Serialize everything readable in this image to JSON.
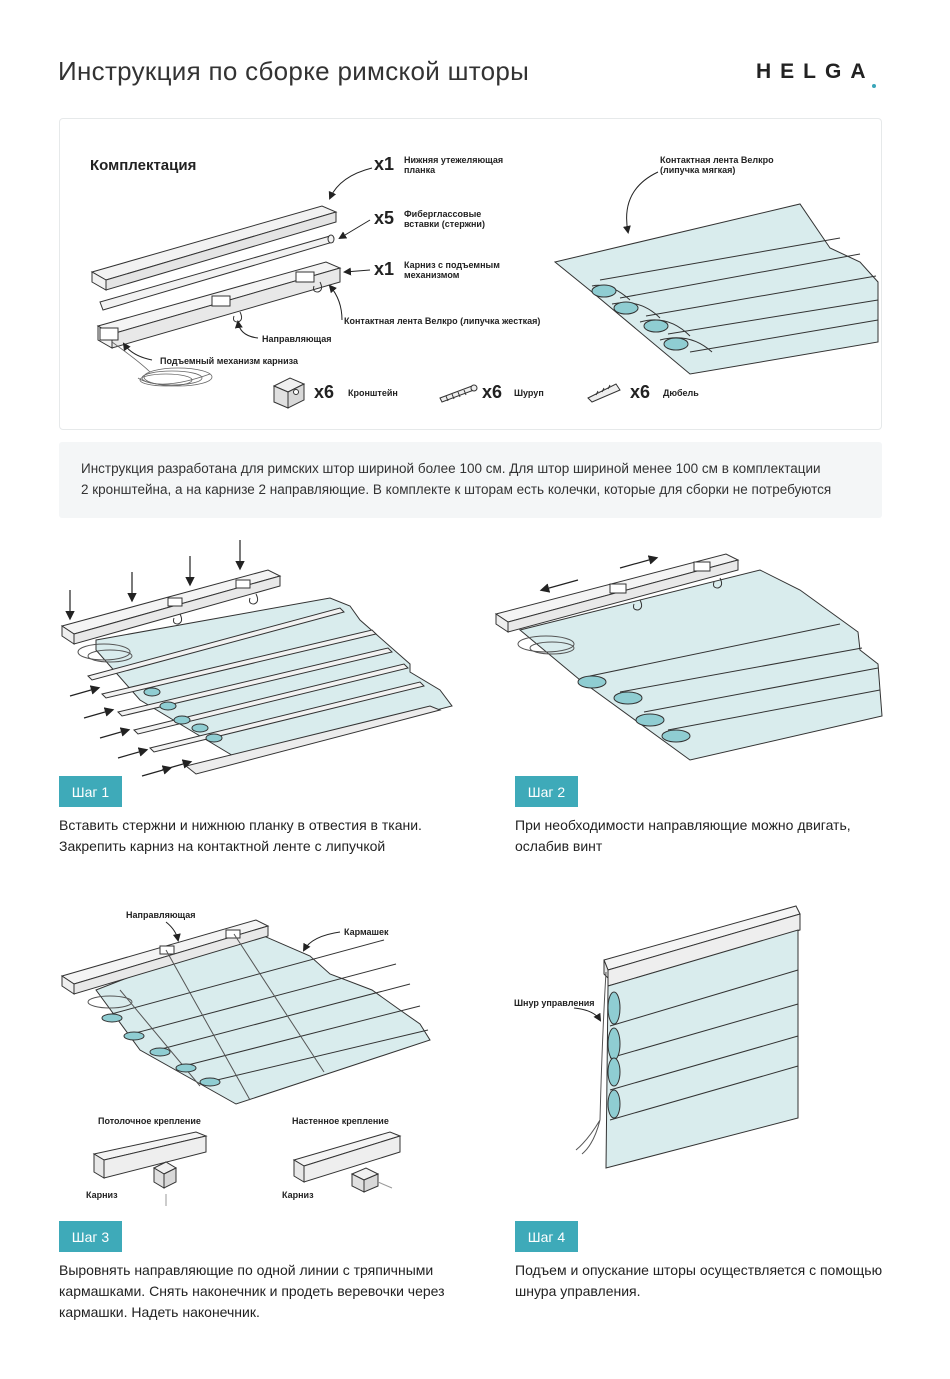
{
  "header": {
    "title": "Инструкция по сборке римской шторы",
    "logo": "HELGA"
  },
  "kit": {
    "title": "Комплектация",
    "items": {
      "bottom_bar": {
        "qty": "x1",
        "label_line1": "Нижняя утежеляющая",
        "label_line2": "планка"
      },
      "rods": {
        "qty": "x5",
        "label_line1": "Фибергласcовые",
        "label_line2": "вставки (стержни)"
      },
      "cornice": {
        "qty": "x1",
        "label_line1": "Карниз с подъемным",
        "label_line2": "механизмом"
      },
      "velcro_hard": "Контактная лента Велкро (липучка жесткая)",
      "guide": "Направляющая",
      "lift": "Подъемный механизм карниза",
      "velcro_soft_line1": "Контактная лента Велкро",
      "velcro_soft_line2": "(липучка мягкая)",
      "bracket": {
        "qty": "x6",
        "label": "Кронштейн"
      },
      "screw": {
        "qty": "x6",
        "label": "Шуруп"
      },
      "dowel": {
        "qty": "x6",
        "label": "Дюбель"
      }
    }
  },
  "info": {
    "line1": "Инструкция разработана для римских штор шириной более 100 см. Для штор шириной менее 100 см в комплектации",
    "line2": "2 кронштейна, а на карнизе 2 направляющие. В комплекте к шторам есть колечки, которые для сборки не потребуются"
  },
  "steps": [
    {
      "badge": "Шаг 1",
      "lines": [
        "Вставить стержни и нижнюю планку в отвестия в ткани.",
        "Закрепить карниз на контактной ленте с липучкой"
      ]
    },
    {
      "badge": "Шаг 2",
      "lines": [
        "При необходимости направляющие можно двигать,",
        "ослабив винт"
      ]
    },
    {
      "badge": "Шаг 3",
      "lines": [
        "Выровнять направляющие по одной линии с тряпичными",
        "кармашками. Снять наконечник и продеть веревочки через",
        "кармашки. Надеть наконечник."
      ]
    },
    {
      "badge": "Шаг 4",
      "lines": [
        "Подъем и опускание шторы осуществляется с помощью",
        "шнура управления."
      ]
    }
  ],
  "step3_labels": {
    "guide": "Направляющая",
    "pocket": "Кармашек",
    "ceiling": "Потолочное крепление",
    "wall": "Настенное крепление",
    "cornice_a": "Карниз",
    "cornice_b": "Карниз"
  },
  "step4_labels": {
    "cord": "Шнур управления"
  },
  "colors": {
    "accent": "#3eaab9",
    "fabric": "#d9eced",
    "pocket": "#8fcdd2",
    "line": "#2a2a2a"
  }
}
